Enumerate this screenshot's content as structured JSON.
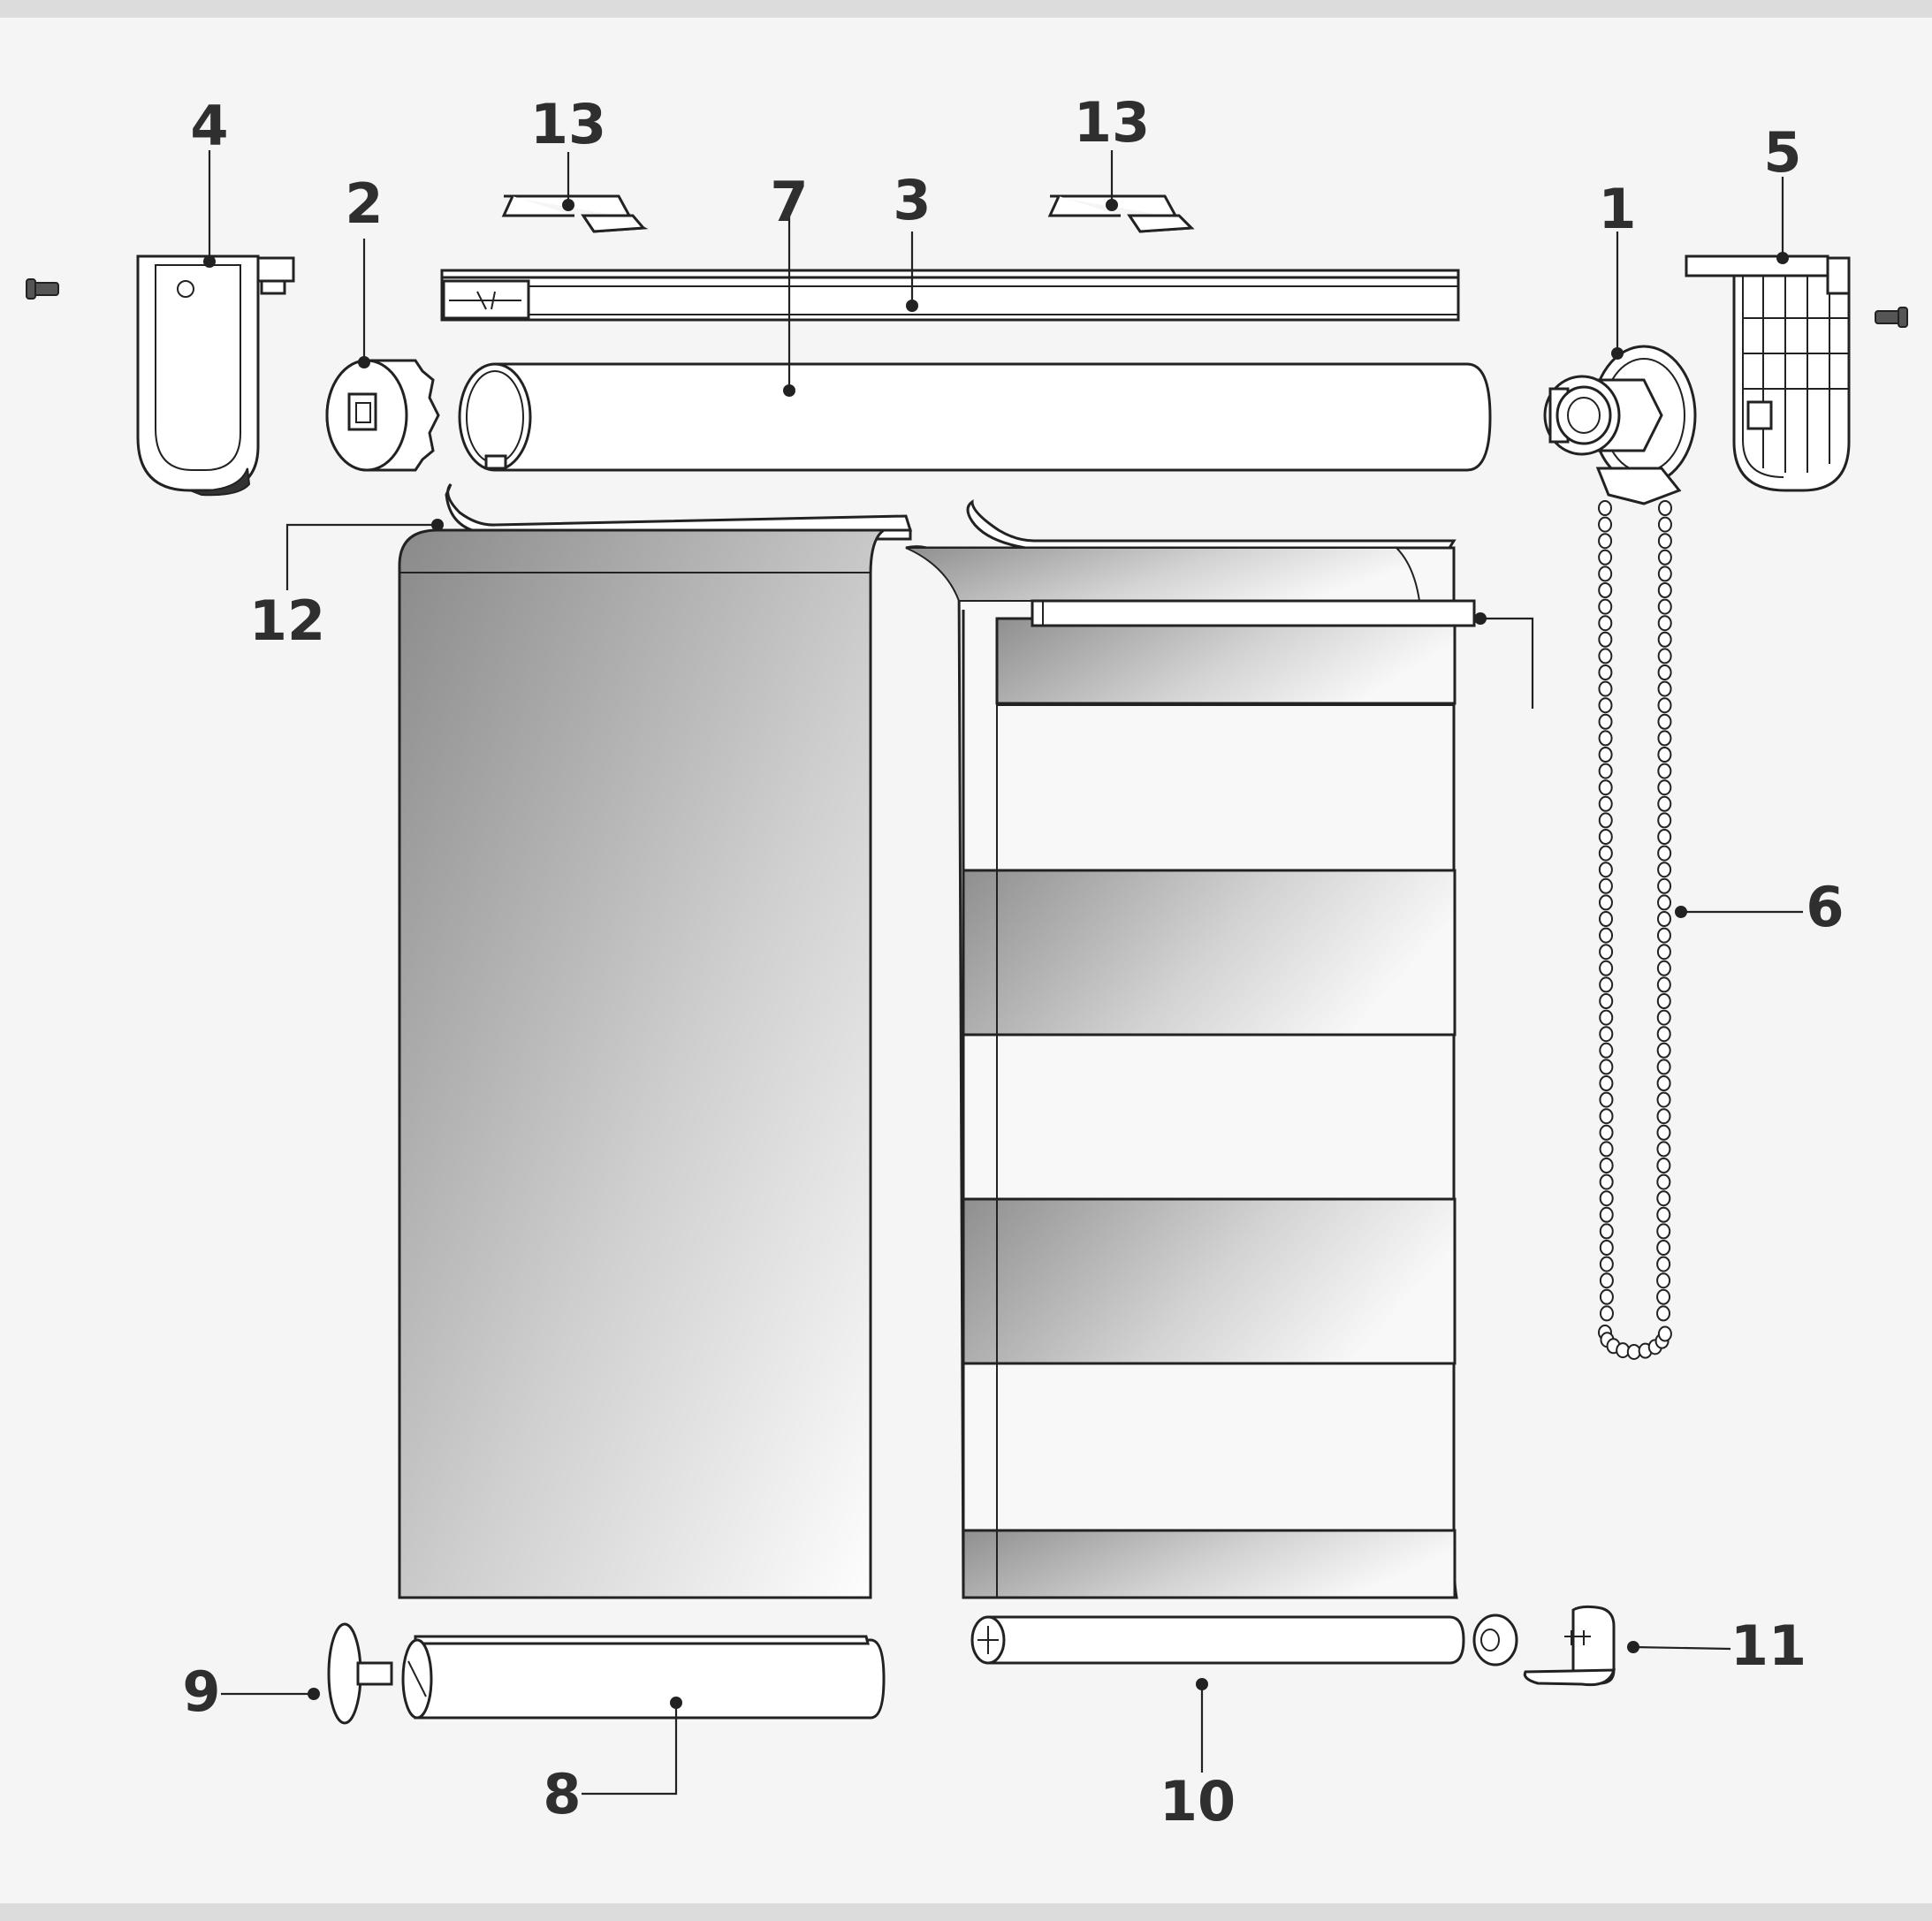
{
  "colors": {
    "background": "#f5f5f5",
    "frame_band": "#dcdcdc",
    "line": "#222222",
    "label": "#2f2f2f",
    "fabric_dark": "#8a8a8a",
    "fabric_light": "#ffffff"
  },
  "callouts": [
    {
      "id": "1",
      "label": "1"
    },
    {
      "id": "2",
      "label": "2"
    },
    {
      "id": "3",
      "label": "3"
    },
    {
      "id": "4",
      "label": "4"
    },
    {
      "id": "5",
      "label": "5"
    },
    {
      "id": "6",
      "label": "6"
    },
    {
      "id": "7",
      "label": "7"
    },
    {
      "id": "8",
      "label": "8"
    },
    {
      "id": "9",
      "label": "9"
    },
    {
      "id": "10",
      "label": "10"
    },
    {
      "id": "11",
      "label": "11"
    },
    {
      "id": "12",
      "label": "12"
    },
    {
      "id": "13a",
      "label": "13"
    },
    {
      "id": "13b",
      "label": "13"
    }
  ]
}
